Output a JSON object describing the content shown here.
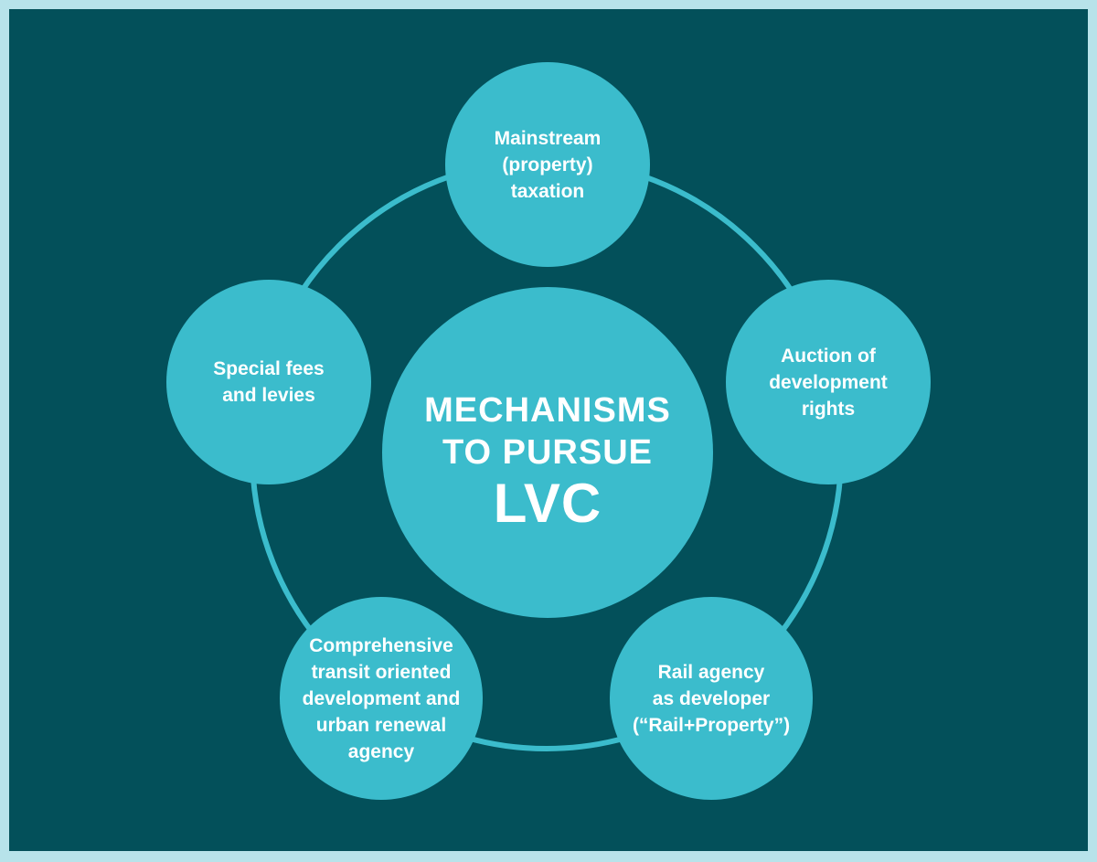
{
  "colors": {
    "outer_border": "#b7e3ea",
    "background": "#03505a",
    "circle_fill": "#3bbccc",
    "ring_stroke": "#3bbccc",
    "text": "#ffffff"
  },
  "center": {
    "line1": "MECHANISMS",
    "line2": "TO PURSUE",
    "line3": "LVC"
  },
  "nodes": [
    {
      "label": "Mainstream\n(property)\ntaxation"
    },
    {
      "label": "Auction of\ndevelopment\nrights"
    },
    {
      "label": "Rail agency\nas developer\n(“Rail+Property”)"
    },
    {
      "label": "Comprehensive\ntransit oriented\ndevelopment and\nurban renewal\nagency"
    },
    {
      "label": "Special fees\nand levies"
    }
  ]
}
